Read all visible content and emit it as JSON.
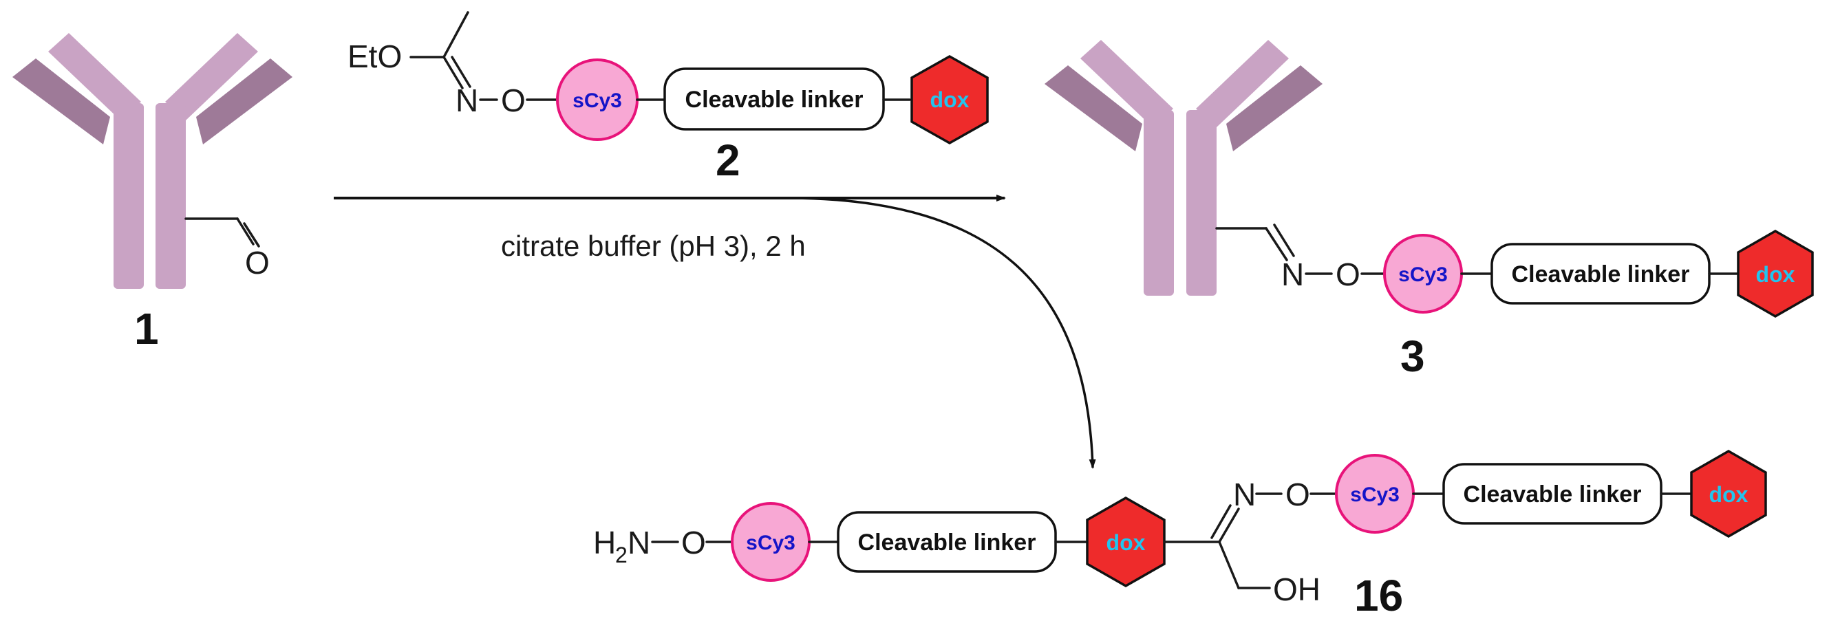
{
  "reagent": {
    "eto_label": "EtO",
    "n_label": "N",
    "o_label": "O"
  },
  "modules": {
    "cy3_label": "sCy3",
    "linker_label": "Cleavable linker",
    "dox_label": "dox"
  },
  "compounds": {
    "c1": "1",
    "c2": "2",
    "c3": "3",
    "c16": "16"
  },
  "conditions": "citrate buffer (pH 3), 2 h",
  "product3": {
    "n_label": "N",
    "o_label": "O"
  },
  "byproduct16": {
    "h_label": "H",
    "h_sub": "2",
    "n_label": "N",
    "o_label": "O",
    "n2_label": "N",
    "o2_label": "O",
    "oh_label": "OH"
  },
  "aldehyde_o": "O",
  "colors": {
    "antibody_light": "#c9a3c4",
    "antibody_dark": "#9e7a98",
    "cy3_fill": "#f8a8d4",
    "cy3_stroke": "#e8137a",
    "cy3_text": "#1414c8",
    "dox_fill": "#ee2b2b",
    "dox_stroke": "#111111",
    "dox_text": "#22c4ee"
  }
}
